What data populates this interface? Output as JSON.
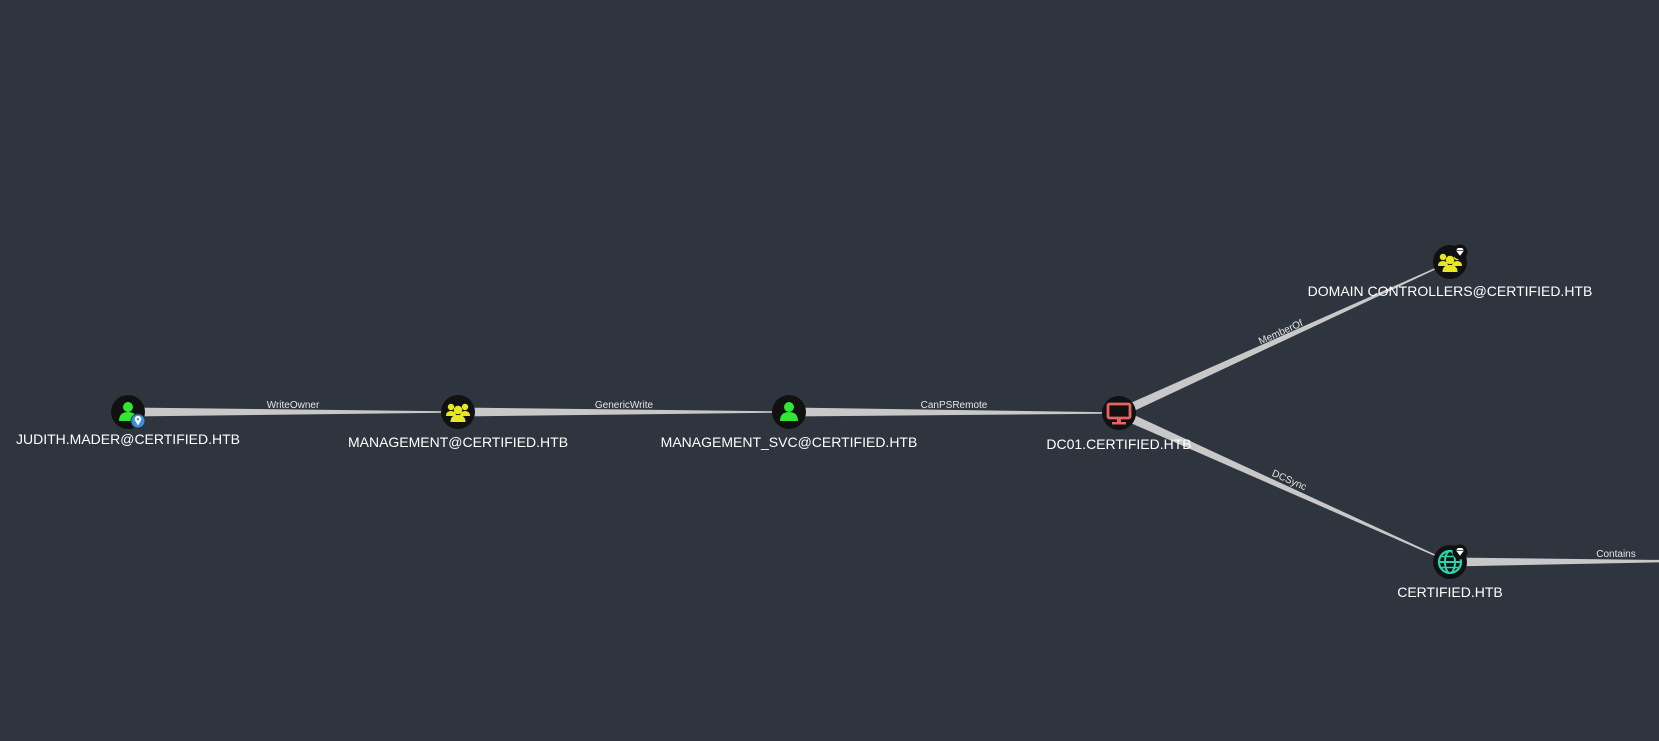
{
  "colors": {
    "background": "#2e353e",
    "edge": "#c8c8c8",
    "user": "#32e632",
    "group": "#e8e81e",
    "computer": "#e46464",
    "domain": "#2ad4b0",
    "owned_badge": "#3b8fe0"
  },
  "nodes": [
    {
      "id": "judith",
      "type": "user",
      "label": "JUDITH.MADER@CERTIFIED.HTB",
      "icon": "user-icon",
      "badge": "owned-pin-icon"
    },
    {
      "id": "management",
      "type": "group",
      "label": "MANAGEMENT@CERTIFIED.HTB",
      "icon": "group-icon"
    },
    {
      "id": "management_svc",
      "type": "user",
      "label": "MANAGEMENT_SVC@CERTIFIED.HTB",
      "icon": "user-icon"
    },
    {
      "id": "dc01",
      "type": "computer",
      "label": "DC01.CERTIFIED.HTB",
      "icon": "computer-icon"
    },
    {
      "id": "domain_controllers",
      "type": "group",
      "label": "DOMAIN CONTROLLERS@CERTIFIED.HTB",
      "icon": "group-icon",
      "badge": "high-value-gem-icon"
    },
    {
      "id": "certified",
      "type": "domain",
      "label": "CERTIFIED.HTB",
      "icon": "globe-icon",
      "badge": "high-value-gem-icon"
    }
  ],
  "edges": [
    {
      "id": "e1",
      "from": "judith",
      "to": "management",
      "label": "WriteOwner"
    },
    {
      "id": "e2",
      "from": "management",
      "to": "management_svc",
      "label": "GenericWrite"
    },
    {
      "id": "e3",
      "from": "management_svc",
      "to": "dc01",
      "label": "CanPSRemote"
    },
    {
      "id": "e4",
      "from": "dc01",
      "to": "domain_controllers",
      "label": "MemberOf"
    },
    {
      "id": "e5",
      "from": "dc01",
      "to": "certified",
      "label": "DCSync"
    },
    {
      "id": "e6",
      "from": "certified",
      "to": "offscreen",
      "label": "Contains"
    }
  ]
}
